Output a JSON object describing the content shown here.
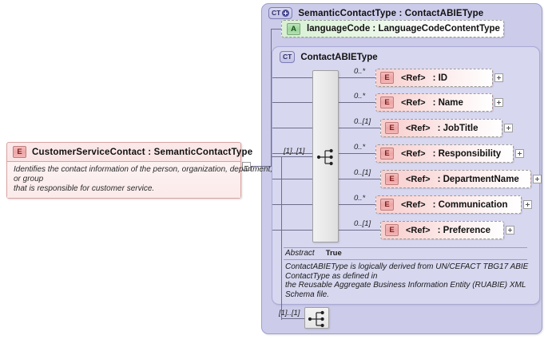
{
  "diagram": {
    "kind": "xsd-schema-diagram",
    "root_element": {
      "icon": "element-icon",
      "title": "CustomerServiceContact : SemanticContactType",
      "documentation": [
        "Identifies the contact information of the person, organization, department,",
        "or group",
        "that is responsible for customer service."
      ],
      "collapse_toggle": "minus-icon"
    },
    "outer_type": {
      "icon": "complextype-expand-icon",
      "title": "SemanticContactType : ContactABIEType"
    },
    "attribute": {
      "icon": "attribute-icon",
      "icon_letter": "A",
      "label": "languageCode : LanguageCodeContentType"
    },
    "inner_type": {
      "icon": "complextype-icon",
      "icon_letter": "CT",
      "title": "ContactABIEType"
    },
    "sequence": {
      "icon": "sequence-compositor-icon",
      "cardinality": "[1]..[1]"
    },
    "bottom_sequence": {
      "icon": "sequence-compositor-icon",
      "cardinality": "[1]..[1]"
    },
    "element_icon_letter": "E",
    "ref_label": "<Ref>",
    "elements": [
      {
        "cardinality": "0..*",
        "ref": "<Ref>",
        "name": ": ID",
        "expand": "plus-icon"
      },
      {
        "cardinality": "0..*",
        "ref": "<Ref>",
        "name": ": Name",
        "expand": "plus-icon"
      },
      {
        "cardinality": "0..[1]",
        "ref": "<Ref>",
        "name": ": JobTitle",
        "expand": "plus-icon"
      },
      {
        "cardinality": "0..*",
        "ref": "<Ref>",
        "name": ": Responsibility",
        "expand": "plus-icon"
      },
      {
        "cardinality": "0..[1]",
        "ref": "<Ref>",
        "name": ": DepartmentName",
        "expand": "plus-icon"
      },
      {
        "cardinality": "0..*",
        "ref": "<Ref>",
        "name": ": Communication",
        "expand": "plus-icon"
      },
      {
        "cardinality": "0..[1]",
        "ref": "<Ref>",
        "name": ": Preference",
        "expand": "plus-icon"
      }
    ],
    "abstract": {
      "key": "Abstract",
      "value": "True",
      "documentation": [
        "ContactABIEType is logically derived from UN/CEFACT TBG17 ABIE",
        "ContactType as defined in",
        "the Reusable Aggregate Business Information Entity (RUABIE) XML",
        "Schema file."
      ]
    },
    "colors": {
      "element_fill": "#f8cfcf",
      "attribute_fill": "#d8f0d4",
      "outer_container": "#ccccea",
      "inner_container": "#d7d7f0",
      "connector": "#6e6e8c",
      "page_background": "#ffffff"
    }
  }
}
